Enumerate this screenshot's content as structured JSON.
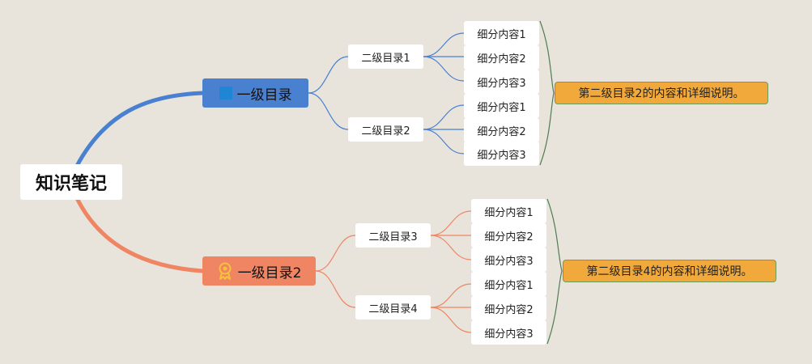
{
  "root": {
    "label": "知识笔记"
  },
  "branches": [
    {
      "label": "一级目录",
      "icon": "square-icon",
      "color": "#4a80d0",
      "children": [
        {
          "label": "二级目录1",
          "items": [
            "细分内容1",
            "细分内容2",
            "细分内容3"
          ]
        },
        {
          "label": "二级目录2",
          "items": [
            "细分内容1",
            "细分内容2",
            "细分内容3"
          ]
        }
      ],
      "note": "第二级目录2的内容和详细说明。"
    },
    {
      "label": "一级目录2",
      "icon": "award-badge-icon",
      "color": "#ef8562",
      "children": [
        {
          "label": "二级目录3",
          "items": [
            "细分内容1",
            "细分内容2",
            "细分内容3"
          ]
        },
        {
          "label": "二级目录4",
          "items": [
            "细分内容1",
            "细分内容2",
            "细分内容3"
          ]
        }
      ],
      "note": "第二级目录4的内容和详细说明。"
    }
  ],
  "colors": {
    "background": "#e8e4dc",
    "note_fill": "#f2a93b",
    "bracket": "#4f7d52"
  }
}
